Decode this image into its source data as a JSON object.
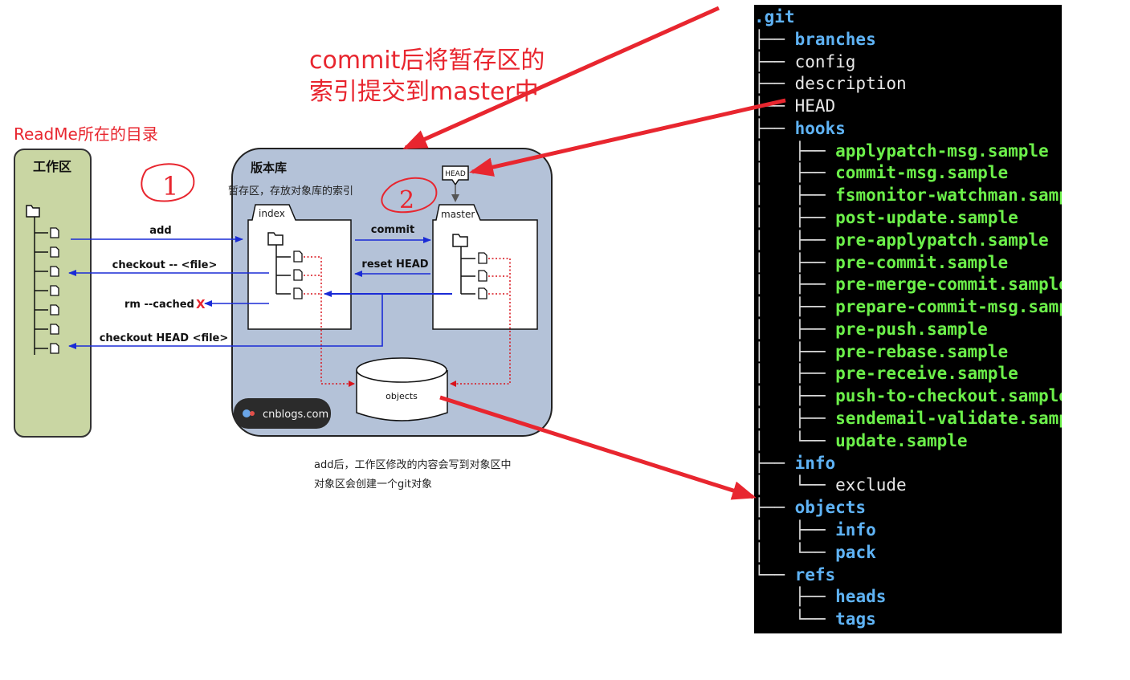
{
  "annotations": {
    "commit_note_line1": "commit后将暂存区的",
    "commit_note_line2": "索引提交到master中",
    "readme_note": "ReadMe所在的目录",
    "circle_1": "1",
    "circle_2": "2",
    "bottom_note_line1": "add后，工作区修改的内容会写到对象区中",
    "bottom_note_line2": "对象区会创建一个git对象"
  },
  "diagram": {
    "workspace_title": "工作区",
    "repo_title": "版本库",
    "repo_subtitle": "暂存区，存放对象库的索引",
    "index_tab": "index",
    "master_tab": "master",
    "head_label": "HEAD",
    "objects_label": "objects",
    "watermark": "cnblogs.com",
    "ops": {
      "add": "add",
      "checkout_file": "checkout -- <file>",
      "rm_cached": "rm --cached",
      "rm_x": "X",
      "checkout_head": "checkout HEAD <file>",
      "commit": "commit",
      "reset_head": "reset HEAD"
    }
  },
  "terminal": {
    "root": ".git",
    "lines": [
      {
        "prefix": "├── ",
        "name": "branches",
        "kind": "dir"
      },
      {
        "prefix": "├── ",
        "name": "config",
        "kind": "plain"
      },
      {
        "prefix": "├── ",
        "name": "description",
        "kind": "plain"
      },
      {
        "prefix": "├── ",
        "name": "HEAD",
        "kind": "plain"
      },
      {
        "prefix": "├── ",
        "name": "hooks",
        "kind": "dir"
      },
      {
        "prefix": "│   ├── ",
        "name": "applypatch-msg.sample",
        "kind": "exec"
      },
      {
        "prefix": "│   ├── ",
        "name": "commit-msg.sample",
        "kind": "exec"
      },
      {
        "prefix": "│   ├── ",
        "name": "fsmonitor-watchman.sample",
        "kind": "exec"
      },
      {
        "prefix": "│   ├── ",
        "name": "post-update.sample",
        "kind": "exec"
      },
      {
        "prefix": "│   ├── ",
        "name": "pre-applypatch.sample",
        "kind": "exec"
      },
      {
        "prefix": "│   ├── ",
        "name": "pre-commit.sample",
        "kind": "exec"
      },
      {
        "prefix": "│   ├── ",
        "name": "pre-merge-commit.sample",
        "kind": "exec"
      },
      {
        "prefix": "│   ├── ",
        "name": "prepare-commit-msg.sample",
        "kind": "exec"
      },
      {
        "prefix": "│   ├── ",
        "name": "pre-push.sample",
        "kind": "exec"
      },
      {
        "prefix": "│   ├── ",
        "name": "pre-rebase.sample",
        "kind": "exec"
      },
      {
        "prefix": "│   ├── ",
        "name": "pre-receive.sample",
        "kind": "exec"
      },
      {
        "prefix": "│   ├── ",
        "name": "push-to-checkout.sample",
        "kind": "exec"
      },
      {
        "prefix": "│   ├── ",
        "name": "sendemail-validate.sample",
        "kind": "exec"
      },
      {
        "prefix": "│   └── ",
        "name": "update.sample",
        "kind": "exec"
      },
      {
        "prefix": "├── ",
        "name": "info",
        "kind": "dir"
      },
      {
        "prefix": "│   └── ",
        "name": "exclude",
        "kind": "plain"
      },
      {
        "prefix": "├── ",
        "name": "objects",
        "kind": "dir"
      },
      {
        "prefix": "│   ├── ",
        "name": "info",
        "kind": "dir"
      },
      {
        "prefix": "│   └── ",
        "name": "pack",
        "kind": "dir"
      },
      {
        "prefix": "└── ",
        "name": "refs",
        "kind": "dir"
      },
      {
        "prefix": "    ├── ",
        "name": "heads",
        "kind": "dir"
      },
      {
        "prefix": "    └── ",
        "name": "tags",
        "kind": "dir"
      }
    ]
  },
  "colors": {
    "annotation_red": "#e8262f",
    "op_arrow_blue": "#1a2bd6",
    "repo_bg": "#b4c2d8",
    "workspace_bg": "#c9d6a3",
    "dir_blue": "#5fb3f5",
    "file_green": "#6cf04a",
    "term_bg": "#000000"
  }
}
